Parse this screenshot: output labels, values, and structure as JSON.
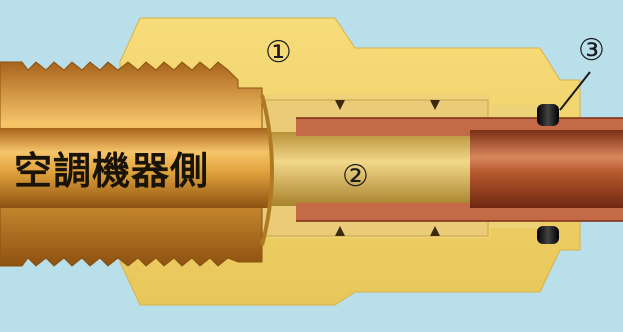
{
  "labels": {
    "side": "空調機器側",
    "num1": "①",
    "num2": "②",
    "num3": "③"
  },
  "colors": {
    "background": "#b9e0ea",
    "nut": "#f2d36e",
    "fitting": "#f6dc8a",
    "pipe_copper": "#b65a30",
    "insert_brass": "#e2c070",
    "seal_ring": "#1a1a1a"
  },
  "parts": [
    {
      "number": "①",
      "icon": "flare-nut"
    },
    {
      "number": "②",
      "icon": "insert-sleeve"
    },
    {
      "number": "③",
      "icon": "seal-ring"
    }
  ]
}
